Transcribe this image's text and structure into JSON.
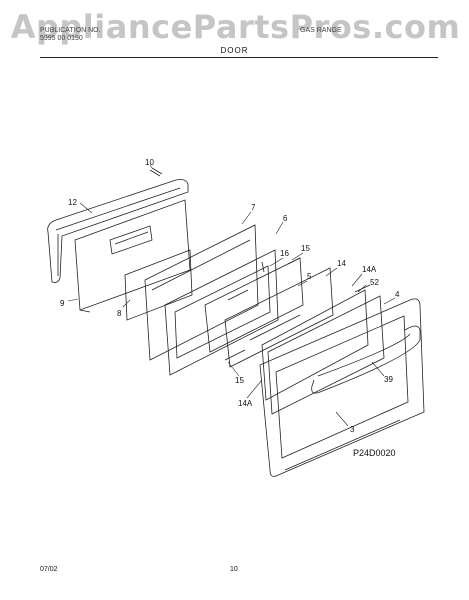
{
  "watermark": "AppliancePartsPros.com",
  "header": {
    "left_line1": "PUBLICATION NO.",
    "left_line2": "5995 00 0190",
    "right_line1": "GAS RANGE",
    "section_title": "DOOR"
  },
  "callouts": [
    "10",
    "12",
    "7",
    "6",
    "16",
    "15",
    "5",
    "14",
    "14A",
    "52",
    "4",
    "9",
    "8",
    "15",
    "39",
    "14A",
    "3"
  ],
  "figure_ref": "P24D0020",
  "footer": {
    "date": "07/02",
    "page": "10"
  }
}
